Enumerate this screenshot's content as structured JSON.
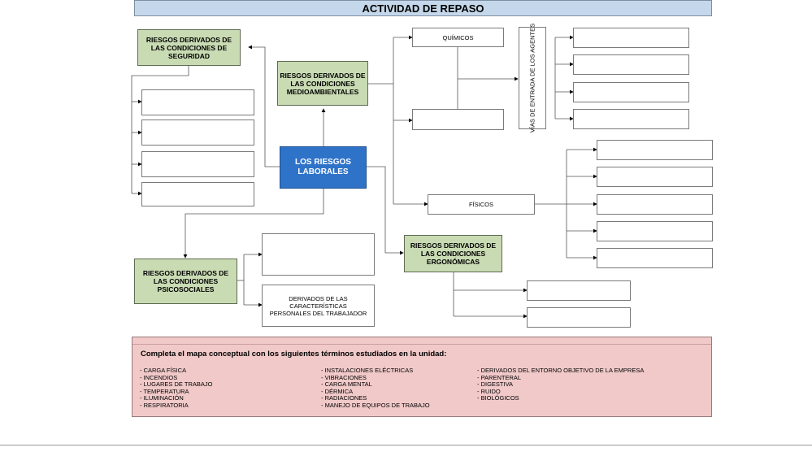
{
  "title": "ACTIVIDAD DE REPASO",
  "center": "LOS RIESGOS LABORALES",
  "nodes": {
    "seguridad": "RIESGOS DERIVADOS DE LAS CONDICIONES DE SEGURIDAD",
    "medioambientales": "RIESGOS DERIVADOS DE LAS CONDICIONES MEDIOAMBIENTALES",
    "psicosociales": "RIESGOS DERIVADOS DE LAS CONDICIONES PSICOSOCIALES",
    "ergonomicas": "RIESGOS DERIVADOS DE LAS CONDICIONES ERGONÓMICAS"
  },
  "boxes": {
    "quimicos": "QUÍMICOS",
    "fisicos": "FÍSICOS",
    "vias": "VÍAS DE ENTRADA DE LOS AGENTES",
    "caracteristicas": "DERIVADOS DE LAS CARACTERÍSTICAS PERSONALES DEL TRABAJADOR"
  },
  "instructions": {
    "lead": "Completa el mapa conceptual con los siguientes términos estudiados en la unidad:",
    "col1": [
      "- CARGA FÍSICA",
      "- INCENDIOS",
      "- LUGARES DE TRABAJO",
      "- TEMPERATURA",
      "- ILUMINACIÓN",
      "- RESPIRATORIA"
    ],
    "col2": [
      "- INSTALACIONES ELÉCTRICAS",
      "- VIBRACIONES",
      "- CARGA MENTAL",
      "- DÉRMICA",
      "- RADIACIONES",
      "- MANEJO DE EQUIPOS DE TRABAJO"
    ],
    "col3": [
      "- DERIVADOS DEL ENTORNO OBJETIVO DE LA EMPRESA",
      "- PARENTERAL",
      "- DIGESTIVA",
      "- RUIDO",
      "- BIOLÓGICOS"
    ]
  },
  "colors": {
    "title_bg": "#c5d7ea",
    "green_node": "#c9dbb3",
    "center_node": "#2f73c9",
    "instructions_bg": "#f1c9c9"
  }
}
